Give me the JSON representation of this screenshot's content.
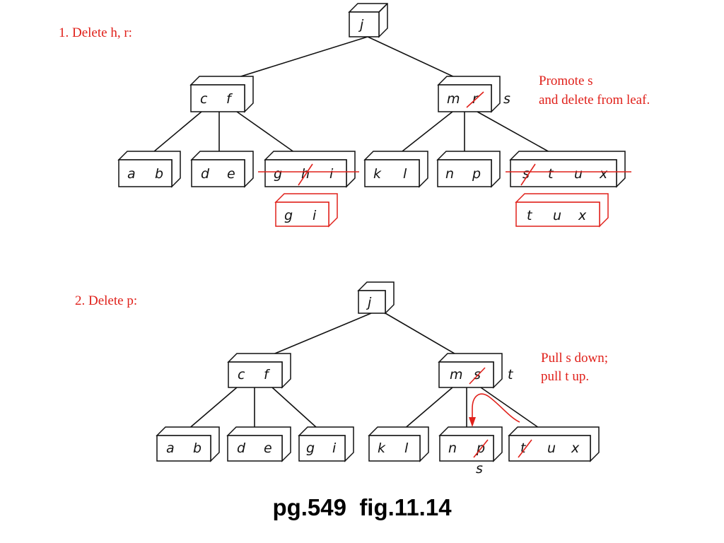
{
  "diagram": {
    "part1": {
      "heading": "1. Delete h, r:",
      "note_line1": "Promote s",
      "note_line2": "and delete from leaf.",
      "root": [
        "j"
      ],
      "internal_left": [
        "c",
        "f"
      ],
      "internal_right": [
        "m",
        "r"
      ],
      "promoted_label": "s",
      "leaves": [
        [
          "a",
          "b"
        ],
        [
          "d",
          "e"
        ],
        [
          "g",
          "h",
          "i"
        ],
        [
          "k",
          "l"
        ],
        [
          "n",
          "p"
        ],
        [
          "s",
          "t",
          "u",
          "x"
        ]
      ],
      "new_leaves": [
        [
          "g",
          "i"
        ],
        [
          "t",
          "u",
          "x"
        ]
      ]
    },
    "part2": {
      "heading": "2. Delete p:",
      "note_line1": "Pull s down;",
      "note_line2": "pull t up.",
      "root": [
        "j"
      ],
      "internal_left": [
        "c",
        "f"
      ],
      "internal_right": [
        "m",
        "s"
      ],
      "promoted_label": "t",
      "leaves": [
        [
          "a",
          "b"
        ],
        [
          "d",
          "e"
        ],
        [
          "g",
          "i"
        ],
        [
          "k",
          "l"
        ],
        [
          "n",
          "p"
        ],
        [
          "t",
          "u",
          "x"
        ]
      ],
      "pulled_down_label": "s"
    },
    "caption": "pg.549  fig.11.14"
  },
  "colors": {
    "annotation": "#e0201a",
    "ink": "#111111"
  }
}
